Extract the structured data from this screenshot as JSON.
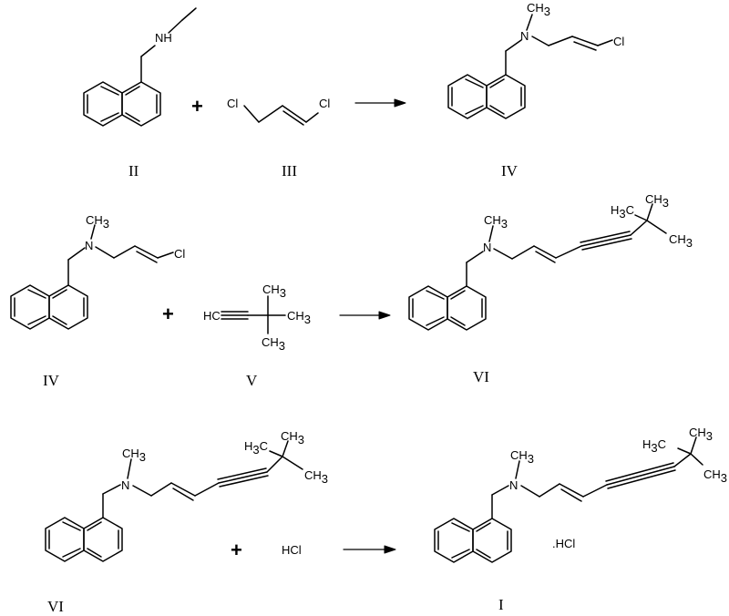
{
  "atoms": {
    "nh": "NH",
    "n": "N",
    "cl": "Cl",
    "ch3": "CH",
    "h3c_h": "H",
    "h3c_c": "C",
    "sub3": "3",
    "hc": "HC",
    "hcl": "HCl",
    "hcl_salt": ".HCl"
  },
  "operators": {
    "plus": "+"
  },
  "compound_labels": {
    "I": "I",
    "II": "II",
    "III": "III",
    "IV": "IV",
    "V": "V",
    "VI": "VI"
  }
}
